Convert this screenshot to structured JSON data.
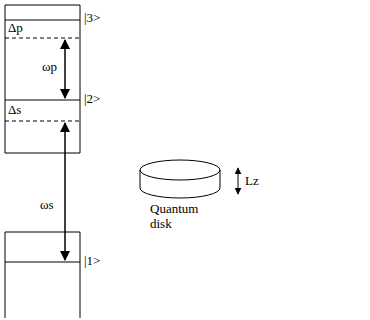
{
  "diagram": {
    "labels": [
      "Δp",
      "|3>",
      "ωp",
      "|2>",
      "Δs",
      "ωs",
      "|1>",
      "Quantum disk",
      "Lz"
    ]
  }
}
